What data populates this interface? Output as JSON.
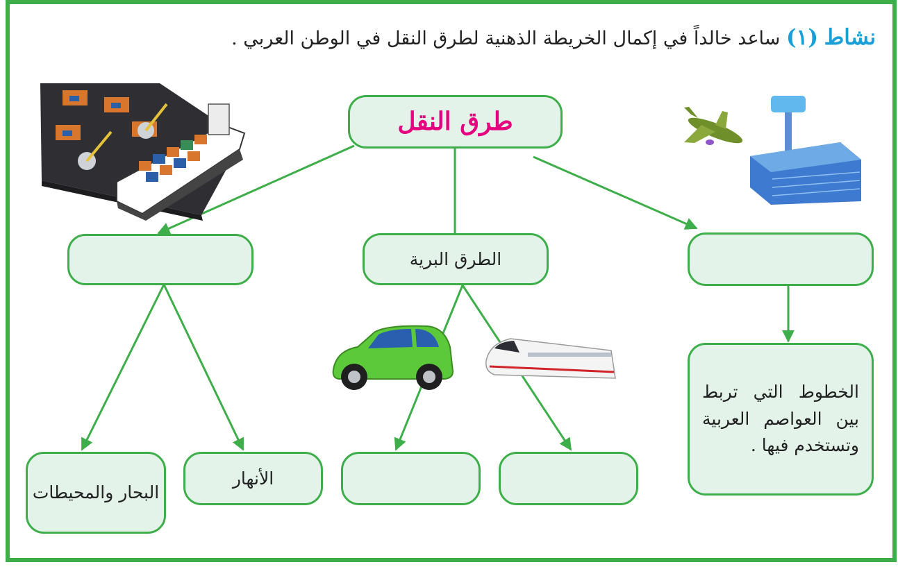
{
  "title": {
    "activity_word": "نشاط",
    "activity_number": "(١)",
    "instruction": "ساعد خالداً في إكمال الخريطة الذهنية لطرق النقل في الوطن العربي ."
  },
  "nodes": {
    "root": "طرق النقل",
    "sea": "",
    "land": "الطرق البرية",
    "air": "",
    "air_desc": "الخطوط التي تربط بين العواصم العربية وتستخدم فيها .",
    "seas": "البحار والمحيطات",
    "rivers": "الأنهار",
    "land_cars": "",
    "land_trains": ""
  },
  "colors": {
    "frame": "#3dae49",
    "node_fill": "#e3f3ea",
    "root_text": "#e4007e",
    "activity_label": "#19a0d9"
  },
  "illustrations": [
    "cargo-ship-port-illustration",
    "airport-airplane-illustration",
    "car-illustration",
    "train-illustration"
  ]
}
